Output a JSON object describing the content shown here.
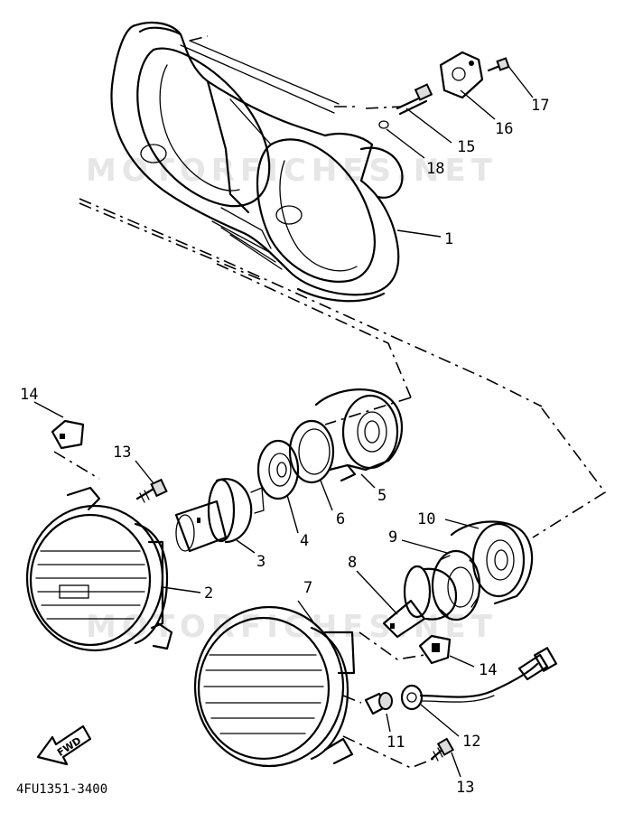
{
  "watermark": "MOTORFICHES.NET",
  "diagram_code": "4FU1351-3400",
  "fwd_label": "FWD",
  "callouts": {
    "c1": "1",
    "c2": "2",
    "c3": "3",
    "c4": "4",
    "c5": "5",
    "c6": "6",
    "c7": "7",
    "c8": "8",
    "c9": "9",
    "c10": "10",
    "c11": "11",
    "c12": "12",
    "c13a": "13",
    "c13b": "13",
    "c14a": "14",
    "c14b": "14",
    "c15": "15",
    "c16": "16",
    "c17": "17",
    "c18": "18"
  }
}
